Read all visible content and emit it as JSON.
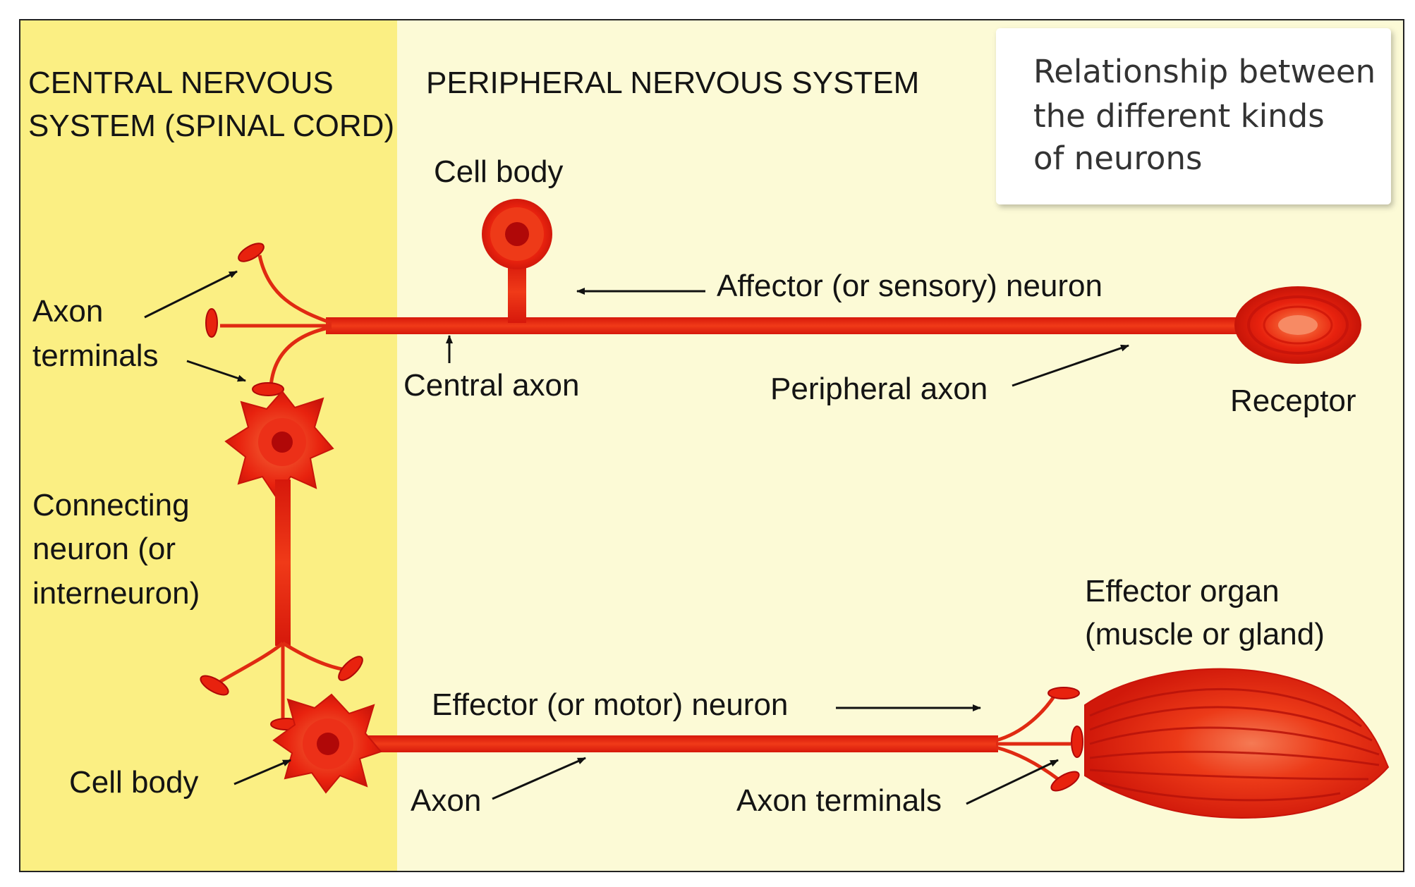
{
  "regions": {
    "cns_line1": "CENTRAL NERVOUS",
    "cns_line2": "SYSTEM (SPINAL CORD)",
    "pns": "PERIPHERAL NERVOUS SYSTEM"
  },
  "title_box": {
    "line1": "Relationship between",
    "line2": "the different kinds",
    "line3": "of neurons"
  },
  "labels": {
    "cell_body_top": "Cell body",
    "affector_neuron": "Affector (or sensory) neuron",
    "axon_terminals_left_1": "Axon",
    "axon_terminals_left_2": "terminals",
    "central_axon": "Central axon",
    "peripheral_axon": "Peripheral axon",
    "receptor": "Receptor",
    "connecting_1": "Connecting",
    "connecting_2": "neuron (or",
    "connecting_3": "interneuron)",
    "effector_organ_1": "Effector organ",
    "effector_organ_2": "(muscle or gland)",
    "effector_neuron": "Effector (or motor) neuron",
    "cell_body_bottom": "Cell body",
    "axon_bottom": "Axon",
    "axon_terminals_bottom": "Axon terminals"
  },
  "colors": {
    "cns_bg": "#FBEF83",
    "pns_bg": "#FCFAD6",
    "neuron": "#E8220E",
    "neuron_dark": "#C9140A",
    "nucleus": "#B00808"
  }
}
